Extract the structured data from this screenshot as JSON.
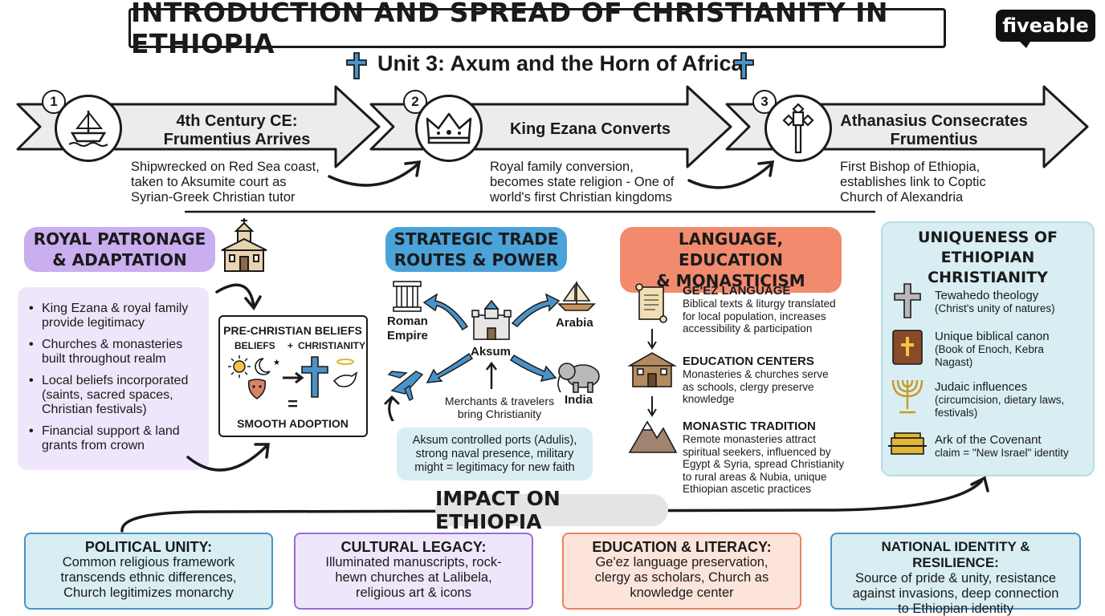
{
  "header": {
    "title": "INTRODUCTION AND SPREAD OF CHRISTIANITY IN ETHIOPIA",
    "subtitle": "Unit 3: Axum and the Horn of Africa",
    "brand": "fiveable"
  },
  "timeline": [
    {
      "number": "1",
      "title_line1": "4th Century CE:",
      "title_line2": "Frumentius Arrives",
      "desc_line1": "Shipwrecked on Red Sea coast,",
      "desc_line2": "taken to Aksumite court as",
      "desc_line3": "Syrian-Greek Christian tutor",
      "icon": "ship-icon"
    },
    {
      "number": "2",
      "title_line1": "King Ezana Converts",
      "title_line2": "",
      "desc_line1": "Royal family conversion,",
      "desc_line2": "becomes state religion - One of",
      "desc_line3": "world's first Christian kingdoms",
      "icon": "crown-icon"
    },
    {
      "number": "3",
      "title_line1": "Athanasius Consecrates",
      "title_line2": "Frumentius",
      "desc_line1": "First Bishop of Ethiopia,",
      "desc_line2": "establishes link to Coptic",
      "desc_line3": "Church of Alexandria",
      "icon": "ethiopian-cross-icon"
    }
  ],
  "royal": {
    "heading_line1": "ROYAL PATRONAGE",
    "heading_line2": "& ADAPTATION",
    "bullets": [
      "King Ezana & royal family provide legitimacy",
      "Churches & monasteries built throughout realm",
      "Local beliefs incorporated (saints, sacred spaces, Christian festivals)",
      "Financial support & land grants from crown"
    ],
    "box": {
      "title": "PRE-CHRISTIAN BELIEFS",
      "sub_left": "BELIEFS",
      "sub_plus": "+",
      "sub_right": "CHRISTIANITY",
      "equals": "=",
      "result": "SMOOTH ADOPTION"
    }
  },
  "trade": {
    "heading_line1": "STRATEGIC TRADE",
    "heading_line2": "ROUTES & POWER",
    "center": "Aksum",
    "rome_line1": "Roman",
    "rome_line2": "Empire",
    "arabia": "Arabia",
    "india": "India",
    "merchants_line1": "Merchants & travelers",
    "merchants_line2": "bring Christianity",
    "note_line1": "Aksum controlled ports (Adulis),",
    "note_line2": "strong naval presence, military",
    "note_line3": "might = legitimacy for new faith"
  },
  "language": {
    "heading_line1": "LANGUAGE, EDUCATION",
    "heading_line2": "& MONASTICISM",
    "items": [
      {
        "title": "GE'EZ LANGUAGE",
        "l1": "Biblical texts & liturgy translated",
        "l2": "for local population, increases",
        "l3": "accessibility & participation",
        "l4": "",
        "l5": ""
      },
      {
        "title": "EDUCATION CENTERS",
        "l1": "Monasteries & churches serve",
        "l2": "as schools, clergy preserve",
        "l3": "knowledge",
        "l4": "",
        "l5": ""
      },
      {
        "title": "MONASTIC TRADITION",
        "l1": "Remote monasteries attract",
        "l2": "spiritual seekers, influenced by",
        "l3": "Egypt & Syria, spread Christianity",
        "l4": "to rural areas & Nubia, unique",
        "l5": "Ethiopian ascetic practices"
      }
    ]
  },
  "unique": {
    "heading_line1": "UNIQUENESS OF",
    "heading_line2": "ETHIOPIAN CHRISTIANITY",
    "items": [
      {
        "title": "Tewahedo theology",
        "l1": "(Christ's unity of natures)",
        "l2": ""
      },
      {
        "title": "Unique biblical canon",
        "l1": "(Book of Enoch, Kebra",
        "l2": "Nagast)"
      },
      {
        "title": "Judaic influences",
        "l1": "(circumcision, dietary laws,",
        "l2": "festivals)"
      },
      {
        "title": "Ark of the Covenant",
        "l1": "claim = \"New Israel\" identity",
        "l2": ""
      }
    ]
  },
  "impact": {
    "heading": "IMPACT ON ETHIOPIA",
    "boxes": [
      {
        "title": "POLITICAL UNITY:",
        "l1": "Common religious framework",
        "l2": "transcends ethnic differences,",
        "l3": "Church legitimizes monarchy"
      },
      {
        "title": "CULTURAL LEGACY:",
        "l1": "Illuminated manuscripts, rock-",
        "l2": "hewn churches at Lalibela,",
        "l3": "religious art & icons"
      },
      {
        "title": "EDUCATION & LITERACY:",
        "l1": "Ge'ez language preservation,",
        "l2": "clergy as scholars, Church as",
        "l3": "knowledge center"
      },
      {
        "title": "NATIONAL IDENTITY & RESILIENCE:",
        "l1": "Source of pride & unity, resistance",
        "l2": "against invasions, deep connection",
        "l3": "to Ethiopian identity"
      }
    ]
  },
  "colors": {
    "purple": "#c9aef0",
    "purple_light": "#efe6fb",
    "blue": "#4ba3d9",
    "orange": "#f28a6e",
    "teal_light": "#d8eef2",
    "gray_arrow": "#ececec",
    "cross_blue": "#3f86b8"
  }
}
